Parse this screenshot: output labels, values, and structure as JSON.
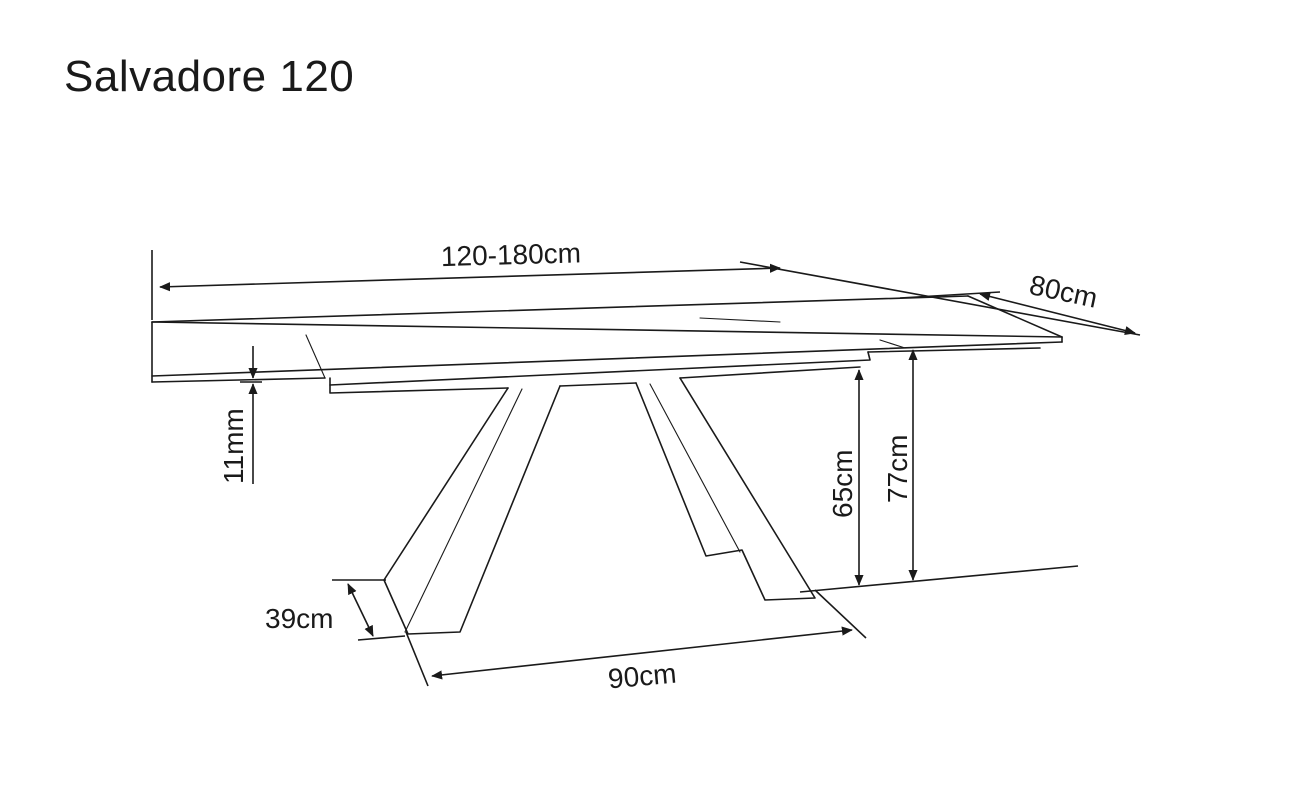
{
  "title": "Salvadore 120",
  "dimensions": {
    "length": "120-180cm",
    "width": "80cm",
    "top_thickness": "11mm",
    "apron_height": "65cm",
    "total_height": "77cm",
    "foot_depth": "39cm",
    "foot_span": "90cm"
  }
}
